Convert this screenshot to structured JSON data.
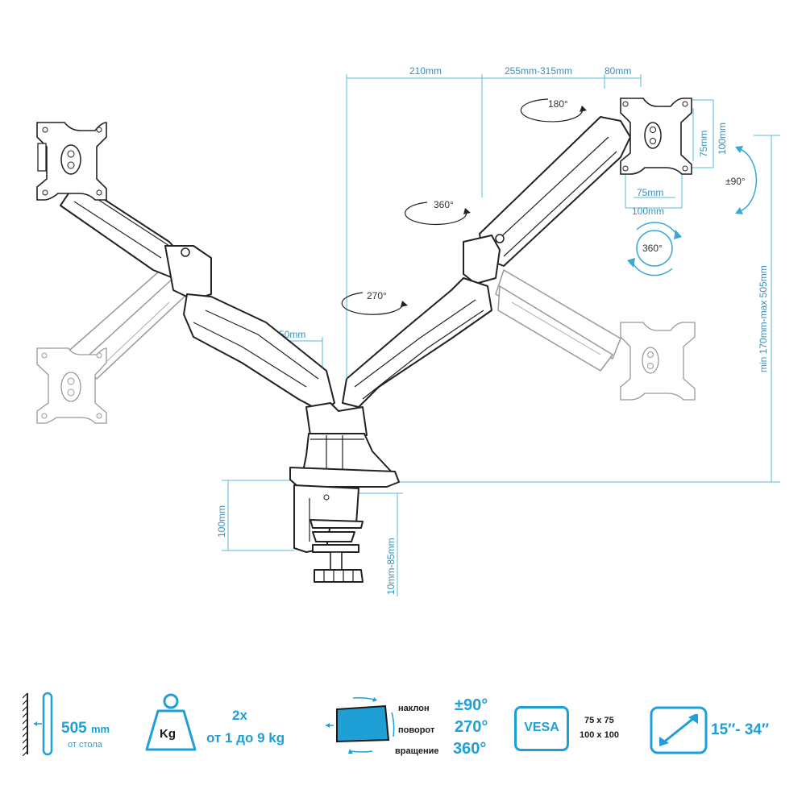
{
  "dimensions": {
    "top_210": "210mm",
    "top_255_315": "255mm-315mm",
    "top_80": "80mm",
    "plate_75_v": "75mm",
    "plate_100_v": "100mm",
    "plate_75_h": "75mm",
    "plate_100_h": "100mm",
    "arm_50": "50mm",
    "height_range": "min 170mm-max 505mm",
    "clamp_100": "100mm",
    "clamp_10_85": "10mm-85mm"
  },
  "rotations": {
    "r180": "180°",
    "r360_top": "360°",
    "r270": "270°",
    "r360_plate": "360°",
    "tilt90": "±90°"
  },
  "specs": {
    "height_value": "505",
    "height_unit": "mm",
    "height_caption": "от стола",
    "weight_icon_label": "Kg",
    "weight_count": "2x",
    "weight_range": "от 1 до 9 kg",
    "tilt_label": "наклон",
    "tilt_value": "±90°",
    "swivel_label": "поворот",
    "swivel_value": "270°",
    "rotate_label": "вращение",
    "rotate_value": "360°",
    "vesa_label": "VESA",
    "vesa_size_1": "75 x 75",
    "vesa_size_2": "100 x 100",
    "screen_range": "15″- 34″"
  },
  "colors": {
    "dimension_line": "#59b8dc",
    "accent_blue": "#1e9fd6",
    "outline": "#222222"
  }
}
